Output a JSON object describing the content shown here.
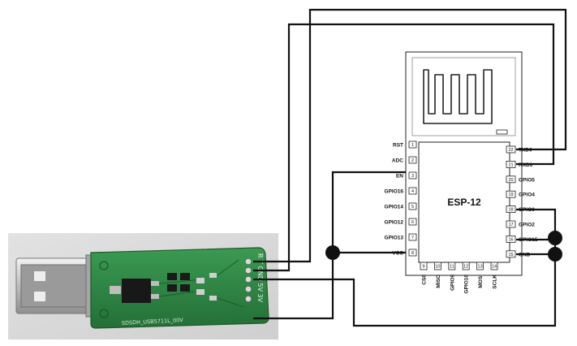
{
  "module": {
    "name": "ESP-12",
    "left_pins": [
      {
        "label": "RST",
        "num": "1"
      },
      {
        "label": "ADC",
        "num": "2"
      },
      {
        "label": "EN",
        "num": "3"
      },
      {
        "label": "GPIO16",
        "num": "4"
      },
      {
        "label": "GPIO14",
        "num": "5"
      },
      {
        "label": "GPIO12",
        "num": "6"
      },
      {
        "label": "GPIO13",
        "num": "7"
      },
      {
        "label": "VCC",
        "num": "8"
      }
    ],
    "right_pins": [
      {
        "label": "TXD0",
        "num": "22"
      },
      {
        "label": "RXD0",
        "num": "21"
      },
      {
        "label": "GPIO5",
        "num": "20"
      },
      {
        "label": "GPIO4",
        "num": "19"
      },
      {
        "label": "GPIO0",
        "num": "18"
      },
      {
        "label": "GPIO2",
        "num": "17"
      },
      {
        "label": "GPIO15",
        "num": "16"
      },
      {
        "label": "GND",
        "num": "15"
      }
    ],
    "bottom_pins": [
      {
        "label": "CS0",
        "num": "9"
      },
      {
        "label": "MISO",
        "num": "10"
      },
      {
        "label": "GPIO9",
        "num": "11"
      },
      {
        "label": "GPIO10",
        "num": "12"
      },
      {
        "label": "MOSI",
        "num": "13"
      },
      {
        "label": "SCLK",
        "num": "14"
      }
    ]
  },
  "adapter": {
    "header_label": "R T GND 5V 3V",
    "board_label": "SDSDH_USB5711L_00V"
  },
  "colors": {
    "board": "#2f8a45",
    "board_dark": "#1f6a33",
    "wire": "#111111",
    "photo_bg": "#d9d9d9"
  }
}
